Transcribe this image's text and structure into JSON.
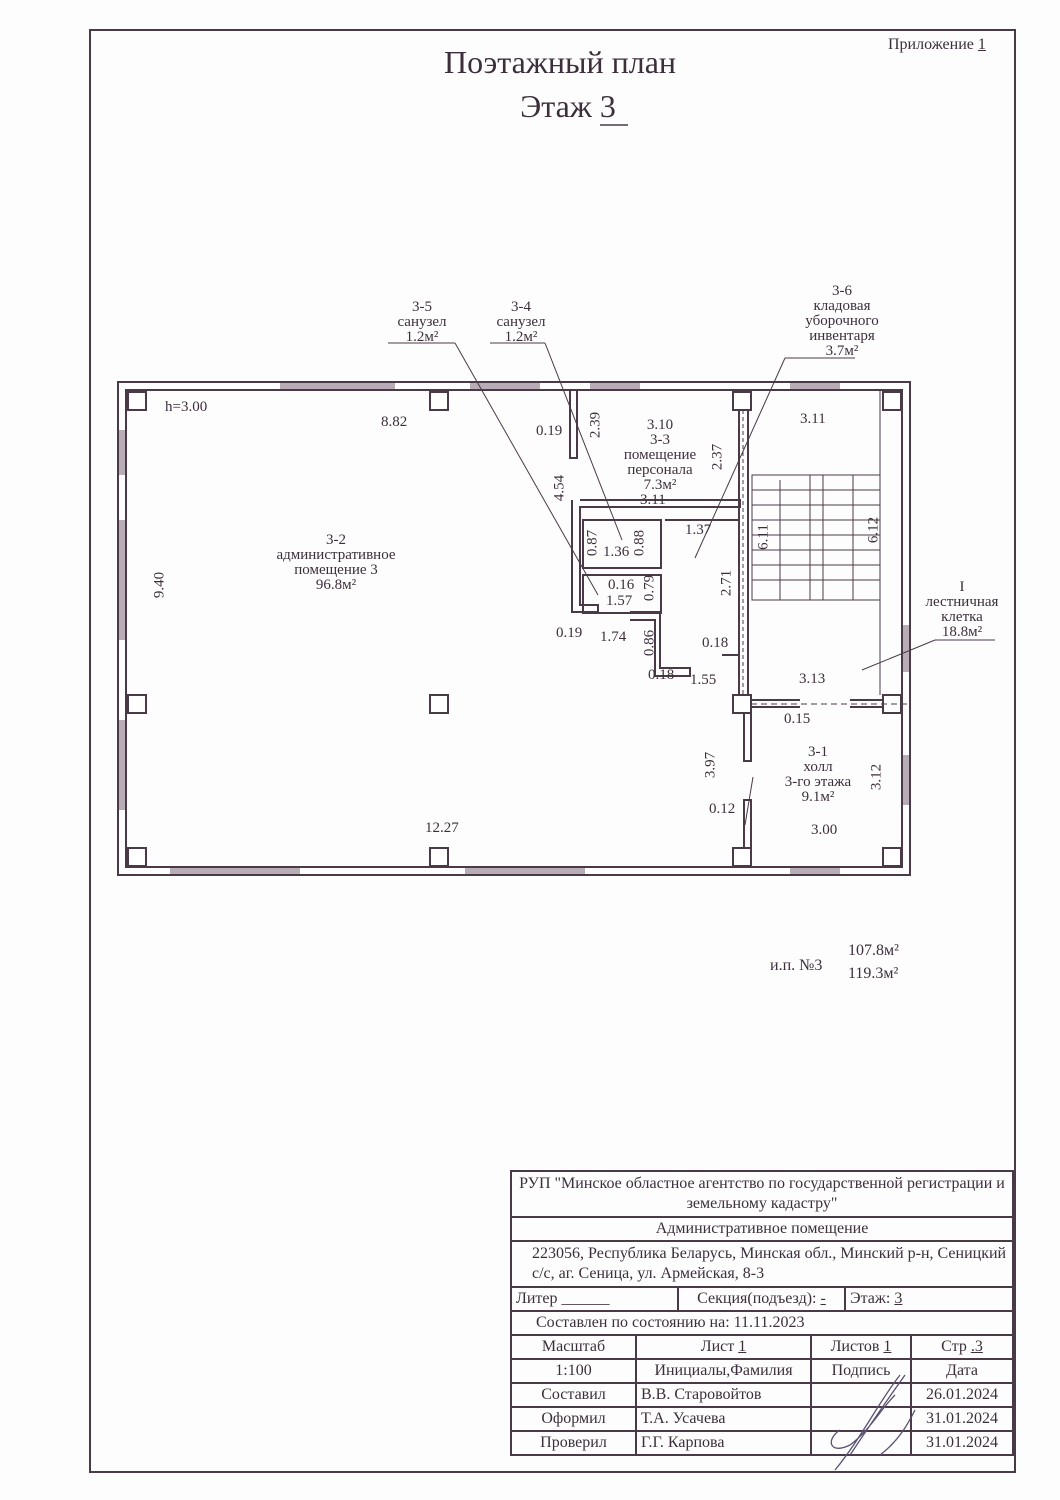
{
  "header": {
    "appendix": "Приложение",
    "appendix_no": "1",
    "title": "Поэтажный план",
    "floor_label": "Этаж",
    "floor_no": "3"
  },
  "plan": {
    "height": "h=3.00",
    "rooms": [
      {
        "id": "3-2",
        "name1": "административное",
        "name2": "помещение 3",
        "area": "96.8м²"
      },
      {
        "id": "3-3",
        "name1": "помещение",
        "name2": "персонала",
        "area": "7.3м²"
      },
      {
        "id": "3-4",
        "name1": "санузел",
        "area": "1.2м²"
      },
      {
        "id": "3-5",
        "name1": "санузел",
        "area": "1.2м²"
      },
      {
        "id": "3-6",
        "name1": "кладовая",
        "name2": "уборочного",
        "name3": "инвентаря",
        "area": "3.7м²"
      },
      {
        "id": "3-1",
        "name1": "холл",
        "name2": "3-го этажа",
        "area": "9.1м²"
      },
      {
        "id": "I",
        "name1": "лестничная",
        "name2": "клетка",
        "area": "18.8м²"
      }
    ],
    "dims": {
      "d882": "8.82",
      "d940": "9.40",
      "d1227": "12.27",
      "d310": "3.10",
      "d239": "2.39",
      "d019a": "0.19",
      "d454": "4.54",
      "d311a": "3.11",
      "d237": "2.37",
      "d087": "0.87",
      "d136": "1.36",
      "d088": "0.88",
      "d016": "0.16",
      "d157": "1.57",
      "d079": "0.79",
      "d019b": "0.19",
      "d174": "1.74",
      "d086": "0.86",
      "d018a": "0.18",
      "d018b": "0.18",
      "d155": "1.55",
      "d137": "1.37",
      "d271": "2.71",
      "d311b": "3.11",
      "d611": "6.11",
      "d612": "6.12",
      "d313": "3.13",
      "d015": "0.15",
      "d397": "3.97",
      "d012": "0.12",
      "d312": "3.12",
      "d300": "3.00"
    }
  },
  "summary": {
    "label": "и.п. №3",
    "area1": "107.8м²",
    "area2": "119.3м²"
  },
  "stamp": {
    "org": "РУП \"Минское областное агентство по государственной регистрации и земельному кадастру\"",
    "object": "Административное помещение",
    "address": "223056, Республика Беларусь, Минская обл., Минский р-н, Сеницкий с/с, аг. Сеница, ул. Армейская, 8-3",
    "liter_label": "Литер",
    "liter_value": "______",
    "section_label": "Секция(подъезд):",
    "section_value": "-",
    "floor_label": "Этаж:",
    "floor_value": "3",
    "state": "Составлен по состоянию на: 11.11.2023",
    "scale_label": "Масштаб",
    "sheet_label": "Лист",
    "sheet_value": "1",
    "sheets_label": "Листов",
    "sheets_value": "1",
    "page_label": "Стр",
    "page_value": ".3",
    "scale_value": "1:100",
    "col_name": "Инициалы,Фамилия",
    "col_sign": "Подпись",
    "col_date": "Дата",
    "rows": [
      {
        "role": "Составил",
        "name": "В.В. Старовойтов",
        "date": "26.01.2024"
      },
      {
        "role": "Оформил",
        "name": "Т.А. Усачева",
        "date": "31.01.2024"
      },
      {
        "role": "Проверил",
        "name": "Г.Г. Карпова",
        "date": "31.01.2024"
      }
    ]
  }
}
